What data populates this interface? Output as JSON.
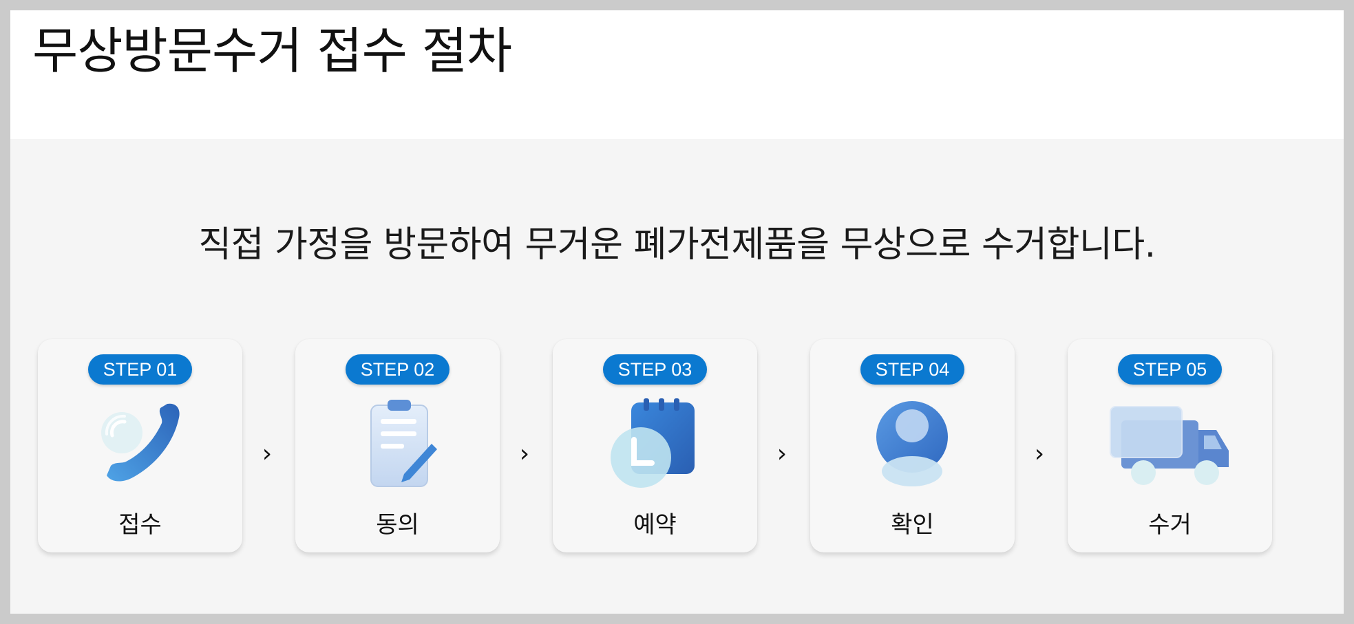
{
  "page": {
    "title": "무상방문수거 접수 절차",
    "subtitle": "직접 가정을 방문하여 무거운 폐가전제품을 무상으로 수거합니다."
  },
  "steps": [
    {
      "badge": "STEP 01",
      "label": "접수",
      "icon": "phone-icon"
    },
    {
      "badge": "STEP 02",
      "label": "동의",
      "icon": "clipboard-icon"
    },
    {
      "badge": "STEP 03",
      "label": "예약",
      "icon": "calendar-clock-icon"
    },
    {
      "badge": "STEP 04",
      "label": "확인",
      "icon": "user-icon"
    },
    {
      "badge": "STEP 05",
      "label": "수거",
      "icon": "truck-icon"
    }
  ],
  "arrow_glyph": "›",
  "colors": {
    "badge": "#0b79d0",
    "icon_blue": "#3f86d6",
    "icon_light": "#cfe1f5",
    "card_bg": "#f7f7f7",
    "page_bg": "#f5f5f5"
  }
}
